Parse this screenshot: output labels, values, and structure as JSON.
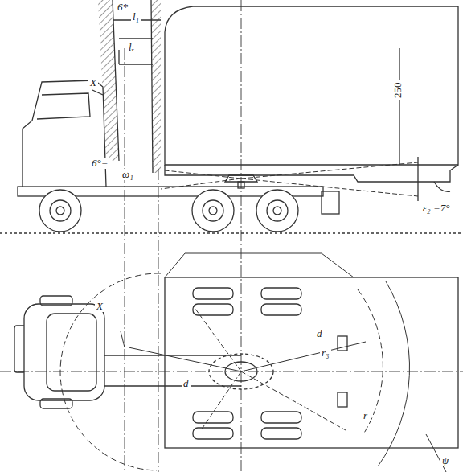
{
  "diagram": {
    "labels": [
      "6*",
      "l₁",
      "lₓ",
      "X",
      "6°=",
      "ω₁",
      "250",
      "ε₂",
      "=7°",
      "X",
      "d",
      "r₃",
      "d",
      "r",
      "ψ"
    ]
  }
}
